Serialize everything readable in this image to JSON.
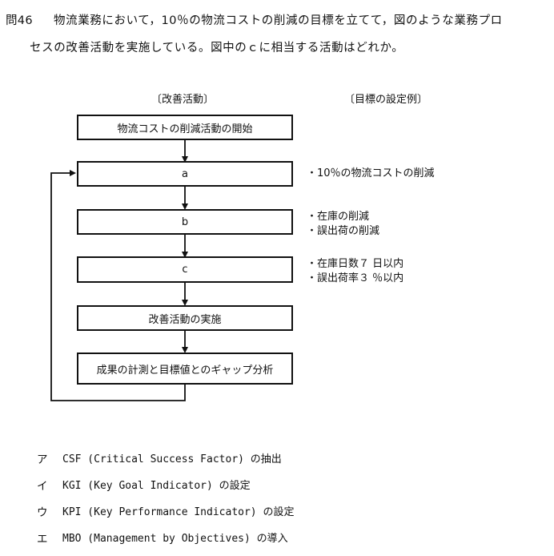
{
  "question": {
    "number": "問46",
    "line1": "物流業務において，10％の物流コストの削減の目標を立てて，図のような業務プロ",
    "line2": "セスの改善活動を実施している。図中のｃに相当する活動はどれか。"
  },
  "diagram": {
    "left_header": "〔改善活動〕",
    "right_header": "〔目標の設定例〕",
    "steps": [
      "物流コストの削減活動の開始",
      "a",
      "b",
      "c",
      "改善活動の実施",
      "成果の計測と目標値とのギャップ分析"
    ],
    "examples": {
      "a": [
        "・10％の物流コストの削減"
      ],
      "b": [
        "・在庫の削減",
        "・誤出荷の削減"
      ],
      "c": [
        "・在庫日数７ 日以内",
        "・誤出荷率３ ％以内"
      ]
    }
  },
  "options": [
    {
      "letter": "ア",
      "text": "CSF (Critical Success Factor) の抽出"
    },
    {
      "letter": "イ",
      "text": "KGI (Key Goal Indicator) の設定"
    },
    {
      "letter": "ウ",
      "text": "KPI (Key Performance Indicator) の設定"
    },
    {
      "letter": "エ",
      "text": "MBO (Management by Objectives) の導入"
    }
  ]
}
